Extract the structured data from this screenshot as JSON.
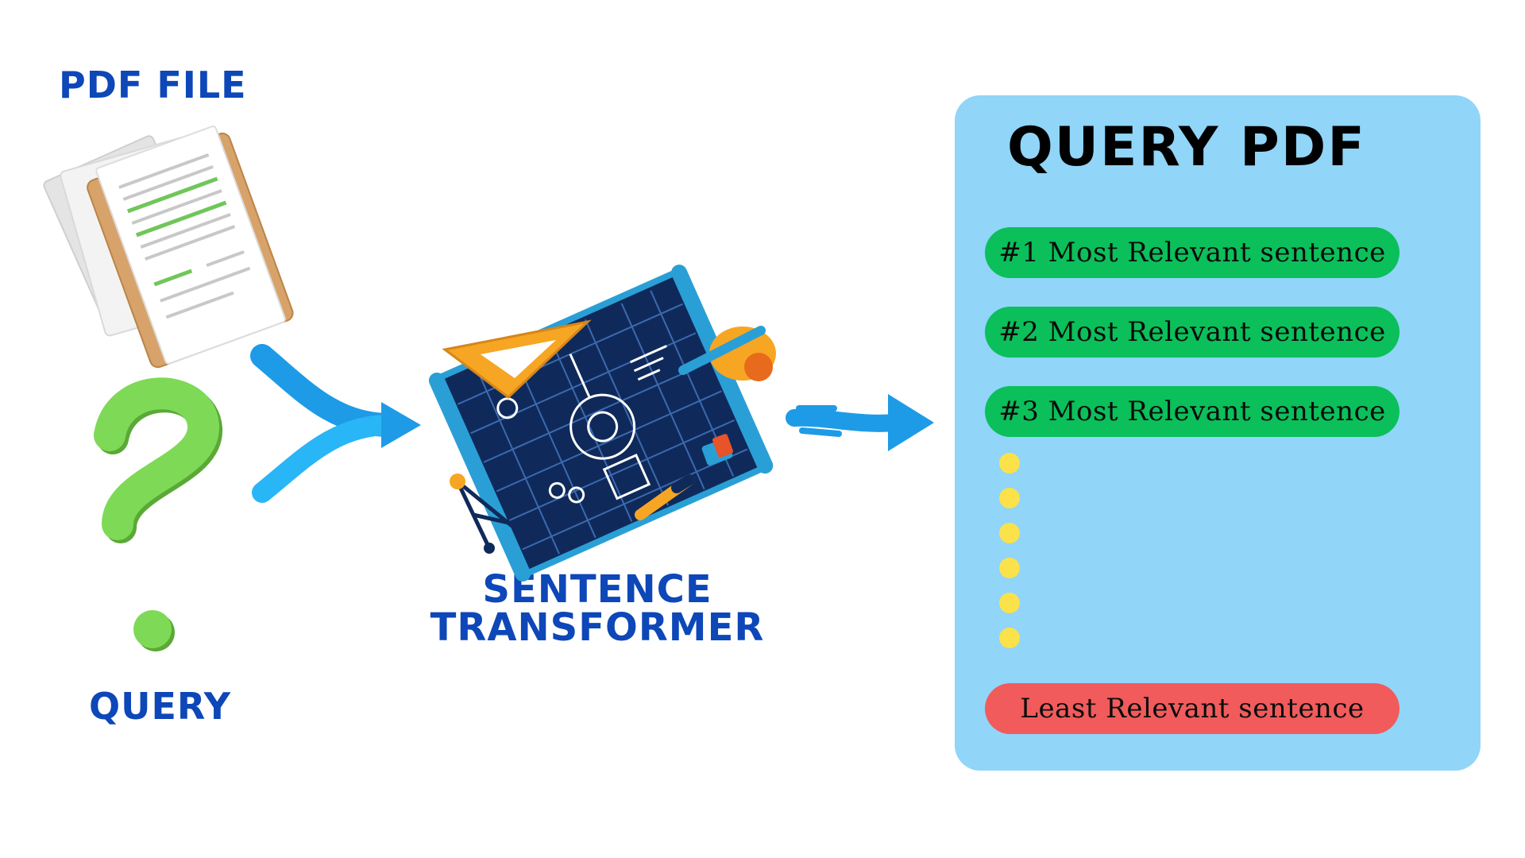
{
  "inputs": {
    "pdf_file_label": "PDF FILE",
    "query_label": "QUERY"
  },
  "model": {
    "label_line1": "SENTENCE",
    "label_line2": "TRANSFORMER"
  },
  "panel": {
    "title": "QUERY PDF",
    "ranked": [
      "#1 Most Relevant sentence",
      "#2 Most Relevant sentence",
      "#3 Most Relevant sentence"
    ],
    "last": "Least Relevant sentence"
  },
  "colors": {
    "heading_blue": "#0d47b8",
    "arrow_blue": "#1e9be6",
    "panel_bg": "#91d5f8",
    "relevant_green": "#0bbf5a",
    "least_red": "#f15b5b",
    "ellipsis_yellow": "#fbe14a",
    "question_green": "#7ed957"
  },
  "icons": [
    "document-stack-icon",
    "question-mark-icon",
    "blueprint-icon"
  ]
}
